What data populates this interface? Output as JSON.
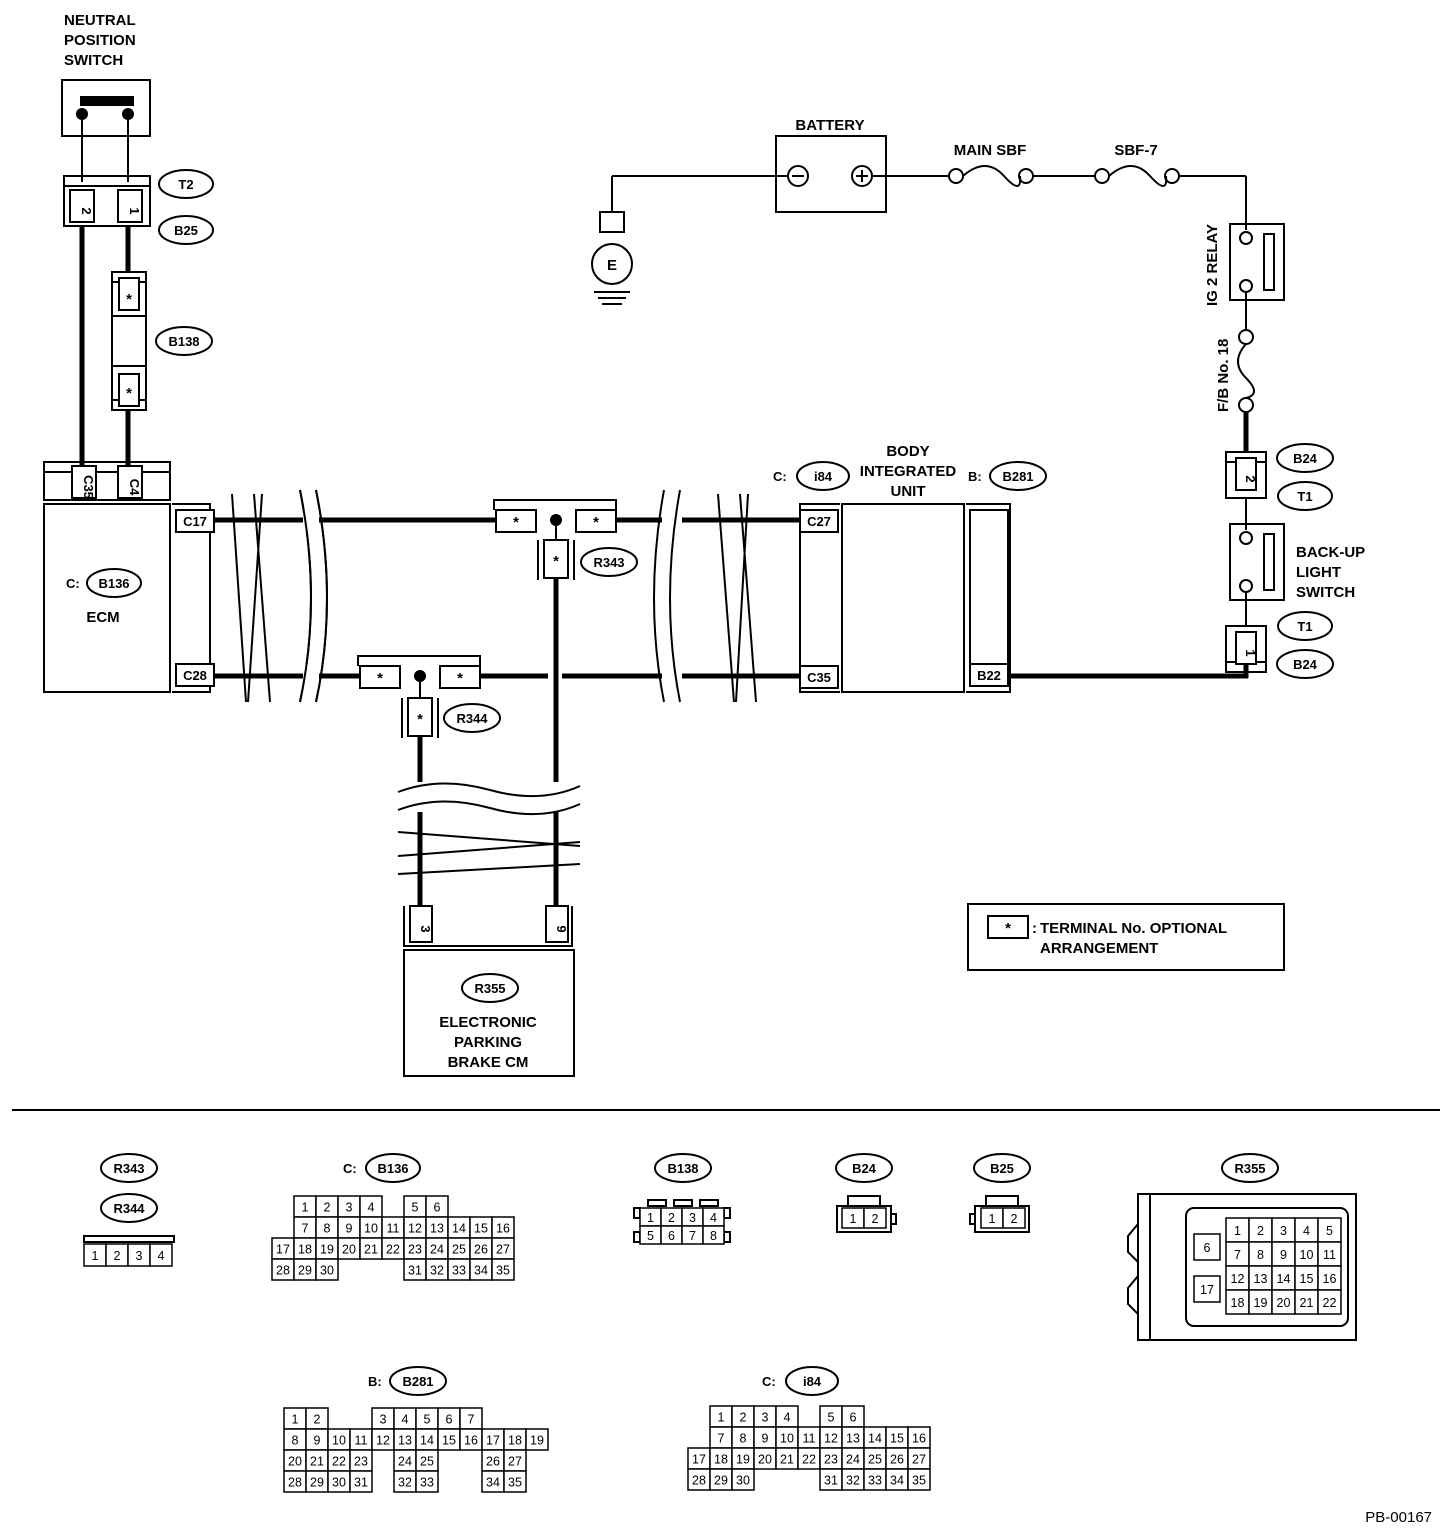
{
  "components": {
    "neutral_switch": [
      "NEUTRAL",
      "POSITION",
      "SWITCH"
    ],
    "battery": "BATTERY",
    "main_sbf": "MAIN SBF",
    "sbf7": "SBF-7",
    "ig2_relay": "IG 2 RELAY",
    "fb18": "F/B No. 18",
    "ground": "E",
    "backup_switch": [
      "BACK-UP",
      "LIGHT",
      "SWITCH"
    ],
    "ecm": "ECM",
    "ecm_prefix": "C:",
    "biu": [
      "BODY",
      "INTEGRATED",
      "UNIT"
    ],
    "biu_c_prefix": "C:",
    "biu_b_prefix": "B:",
    "epb": [
      "ELECTRONIC",
      "PARKING",
      "BRAKE CM"
    ],
    "star": "*"
  },
  "connectors": {
    "t2": "T2",
    "b25": "B25",
    "b138": "B138",
    "b136": "B136",
    "i84": "i84",
    "b281": "B281",
    "b24": "B24",
    "t1": "T1",
    "r343": "R343",
    "r344": "R344",
    "r355": "R355"
  },
  "pins": {
    "sw_2": "2",
    "sw_1": "1",
    "c35_ecm": "C35",
    "c4": "C4",
    "c17": "C17",
    "c28": "C28",
    "c27": "C27",
    "c35_biu": "C35",
    "b22": "B22",
    "b24_2": "2",
    "b24_1": "1",
    "epb_3": "3",
    "epb_9": "9"
  },
  "legend": [
    "TERMINAL No. OPTIONAL",
    "ARRANGEMENT"
  ],
  "legend_prefix": ":",
  "figure_code": "PB-00167",
  "connector_views": {
    "r343_r344": [
      "1",
      "2",
      "3",
      "4"
    ],
    "b136_prefix": "C:",
    "b136": [
      [
        "1",
        "2",
        "3",
        "4",
        "",
        "5",
        "6"
      ],
      [
        "7",
        "8",
        "9",
        "10",
        "11",
        "12",
        "13",
        "14",
        "15",
        "16"
      ],
      [
        "17",
        "18",
        "19",
        "20",
        "21",
        "22",
        "23",
        "24",
        "25",
        "26",
        "27"
      ],
      [
        "28",
        "29",
        "30",
        "",
        "",
        "",
        "31",
        "32",
        "33",
        "34",
        "35"
      ]
    ],
    "b138": [
      [
        "1",
        "2",
        "3",
        "4"
      ],
      [
        "5",
        "6",
        "7",
        "8"
      ]
    ],
    "b24": [
      "1",
      "2"
    ],
    "b25": [
      "1",
      "2"
    ],
    "r355": [
      [
        "1",
        "2",
        "3",
        "4",
        "5"
      ],
      [
        "7",
        "8",
        "9",
        "10",
        "11"
      ],
      [
        "12",
        "13",
        "14",
        "15",
        "16"
      ],
      [
        "18",
        "19",
        "20",
        "21",
        "22"
      ]
    ],
    "r355_side": [
      "6",
      "17"
    ],
    "b281_prefix": "B:",
    "b281": [
      [
        "1",
        "2",
        "",
        "",
        "3",
        "4",
        "5",
        "6",
        "7"
      ],
      [
        "8",
        "9",
        "10",
        "11",
        "12",
        "13",
        "14",
        "15",
        "16",
        "17",
        "18",
        "19"
      ],
      [
        "20",
        "21",
        "22",
        "23",
        "",
        "24",
        "25",
        "",
        "",
        "26",
        "27"
      ],
      [
        "28",
        "29",
        "30",
        "31",
        "",
        "32",
        "33",
        "",
        "",
        "34",
        "35"
      ]
    ],
    "i84_prefix": "C:",
    "i84": [
      [
        "1",
        "2",
        "3",
        "4",
        "",
        "5",
        "6"
      ],
      [
        "7",
        "8",
        "9",
        "10",
        "11",
        "12",
        "13",
        "14",
        "15",
        "16"
      ],
      [
        "17",
        "18",
        "19",
        "20",
        "21",
        "22",
        "23",
        "24",
        "25",
        "26",
        "27"
      ],
      [
        "28",
        "29",
        "30",
        "",
        "",
        "",
        "31",
        "32",
        "33",
        "34",
        "35"
      ]
    ]
  }
}
